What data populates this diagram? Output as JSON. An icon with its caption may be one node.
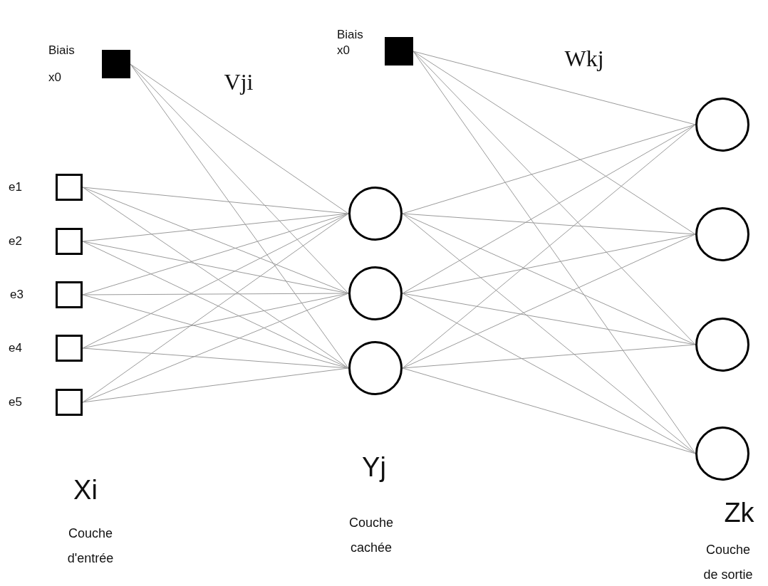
{
  "diagram": {
    "nodes": [
      {
        "text": [],
        "shape": "box",
        "beside": [
          "Biais x0"
        ]
      },
      {
        "text": [],
        "shape": "box",
        "beside": [
          "e1"
        ]
      },
      {
        "text": [],
        "shape": "box",
        "beside": [
          "e2"
        ]
      },
      {
        "text": [],
        "shape": "box",
        "beside": [
          "e3"
        ]
      },
      {
        "text": [],
        "shape": "box",
        "beside": [
          "e4"
        ]
      },
      {
        "text": [],
        "shape": "box",
        "beside": [
          "e5"
        ]
      },
      {
        "text": [],
        "shape": "box",
        "beside": [
          "Biais x0"
        ]
      },
      {
        "text": [],
        "shape": "circle"
      },
      {
        "text": [],
        "shape": "circle"
      },
      {
        "text": [],
        "shape": "circle"
      },
      {
        "text": [],
        "shape": "circle"
      },
      {
        "text": [],
        "shape": "circle"
      },
      {
        "text": [],
        "shape": "circle"
      },
      {
        "text": [],
        "shape": "circle"
      }
    ],
    "edges": [
      {
        "from": 0,
        "to": 7,
        "arrow": "none"
      },
      {
        "from": 0,
        "to": 8,
        "arrow": "none"
      },
      {
        "from": 0,
        "to": 9,
        "arrow": "none"
      },
      {
        "from": 1,
        "to": 7,
        "arrow": "none"
      },
      {
        "from": 1,
        "to": 8,
        "arrow": "none"
      },
      {
        "from": 1,
        "to": 9,
        "arrow": "none"
      },
      {
        "from": 2,
        "to": 7,
        "arrow": "none"
      },
      {
        "from": 2,
        "to": 8,
        "arrow": "none"
      },
      {
        "from": 2,
        "to": 9,
        "arrow": "none"
      },
      {
        "from": 3,
        "to": 7,
        "arrow": "none"
      },
      {
        "from": 3,
        "to": 8,
        "arrow": "none"
      },
      {
        "from": 3,
        "to": 9,
        "arrow": "none"
      },
      {
        "from": 4,
        "to": 7,
        "arrow": "none"
      },
      {
        "from": 4,
        "to": 8,
        "arrow": "none"
      },
      {
        "from": 4,
        "to": 9,
        "arrow": "none"
      },
      {
        "from": 5,
        "to": 7,
        "arrow": "none"
      },
      {
        "from": 5,
        "to": 8,
        "arrow": "none"
      },
      {
        "from": 5,
        "to": 9,
        "arrow": "none"
      },
      {
        "from": 6,
        "to": 10,
        "arrow": "none"
      },
      {
        "from": 6,
        "to": 11,
        "arrow": "none"
      },
      {
        "from": 6,
        "to": 12,
        "arrow": "none"
      },
      {
        "from": 6,
        "to": 13,
        "arrow": "none"
      },
      {
        "from": 7,
        "to": 10,
        "arrow": "none"
      },
      {
        "from": 7,
        "to": 11,
        "arrow": "none"
      },
      {
        "from": 7,
        "to": 12,
        "arrow": "none"
      },
      {
        "from": 7,
        "to": 13,
        "arrow": "none"
      },
      {
        "from": 8,
        "to": 10,
        "arrow": "none"
      },
      {
        "from": 8,
        "to": 11,
        "arrow": "none"
      },
      {
        "from": 8,
        "to": 12,
        "arrow": "none"
      },
      {
        "from": 8,
        "to": 13,
        "arrow": "none"
      },
      {
        "from": 9,
        "to": 10,
        "arrow": "none"
      },
      {
        "from": 9,
        "to": 11,
        "arrow": "none"
      },
      {
        "from": 9,
        "to": 12,
        "arrow": "none"
      },
      {
        "from": 9,
        "to": 13,
        "arrow": "none"
      }
    ],
    "labels": [
      "Vji",
      "Wkj",
      "Xi",
      "Couche d'entrée",
      "Yj",
      "Couche cachée",
      "Zk",
      "Couche de sortie"
    ]
  }
}
